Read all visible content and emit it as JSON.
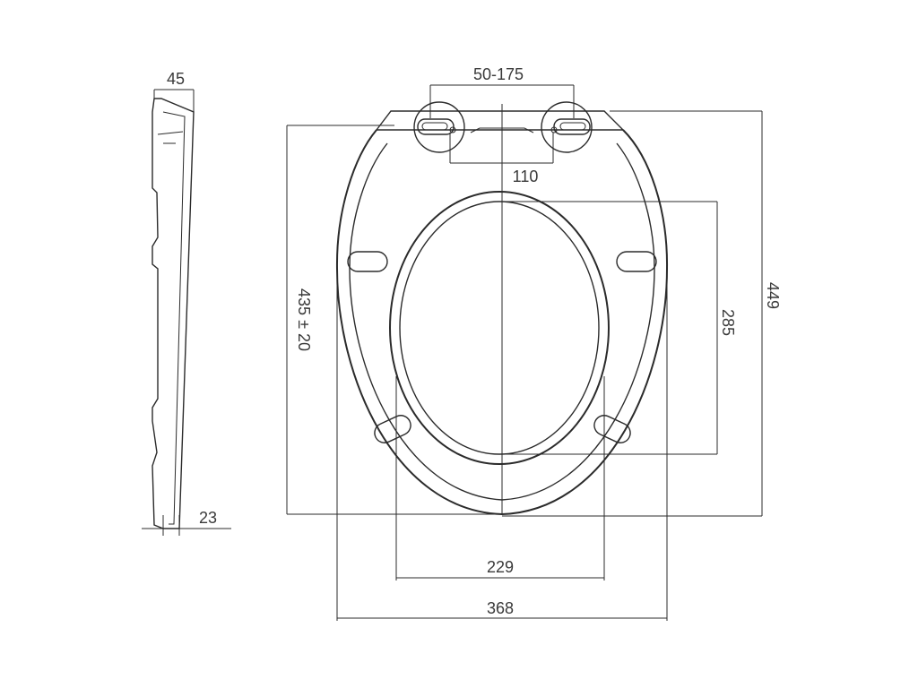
{
  "drawing": {
    "dimensions": {
      "side_width": "45",
      "side_base": "23",
      "hinge_range": "50-175",
      "hinge_spacing": "110",
      "overall_length": "435 ± 20",
      "inner_opening_length": "285",
      "total_length": "449",
      "inner_width": "229",
      "outer_width": "368"
    },
    "colors": {
      "line": "#2b2b2b",
      "text": "#3a3a3a",
      "background": "#ffffff"
    }
  }
}
